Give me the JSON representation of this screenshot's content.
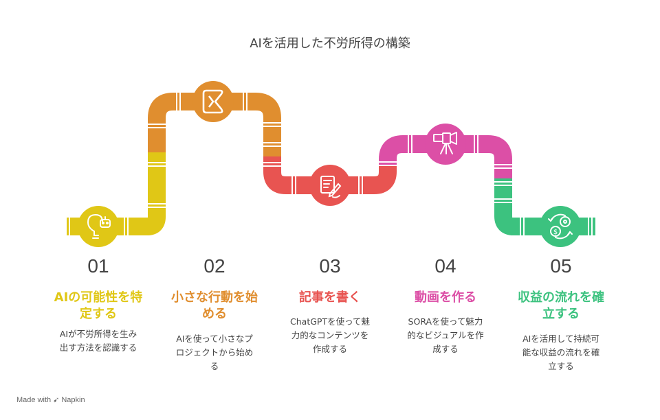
{
  "title": "AIを活用した不労所得の構築",
  "steps": [
    {
      "number": "01",
      "title_lines": [
        "AIの可能性を特",
        "定する"
      ],
      "desc_lines": [
        "AIが不労所得を生み",
        "出す方法を認識する"
      ],
      "color": "#E0C716",
      "icon": "lightbulb-robot-icon"
    },
    {
      "number": "02",
      "title_lines": [
        "小さな行動を始",
        "める"
      ],
      "desc_lines": [
        "AIを使って小さなプ",
        "ロジェクトから始め",
        "る"
      ],
      "color": "#E08E2F",
      "icon": "capcut-logo-icon"
    },
    {
      "number": "03",
      "title_lines": [
        "記事を書く"
      ],
      "desc_lines": [
        "ChatGPTを使って魅",
        "力的なコンテンツを",
        "作成する"
      ],
      "color": "#E85451",
      "icon": "writing-document-icon"
    },
    {
      "number": "04",
      "title_lines": [
        "動画を作る"
      ],
      "desc_lines": [
        "SORAを使って魅力",
        "的なビジュアルを作",
        "成する"
      ],
      "color": "#DC4FA6",
      "icon": "video-camera-icon"
    },
    {
      "number": "05",
      "title_lines": [
        "収益の流れを確",
        "立する"
      ],
      "desc_lines": [
        "AIを活用して持続可",
        "能な収益の流れを確",
        "立する"
      ],
      "color": "#3CC27F",
      "icon": "revenue-cycle-icon"
    }
  ],
  "footer": {
    "made_with": "Made with",
    "brand": "Napkin"
  }
}
